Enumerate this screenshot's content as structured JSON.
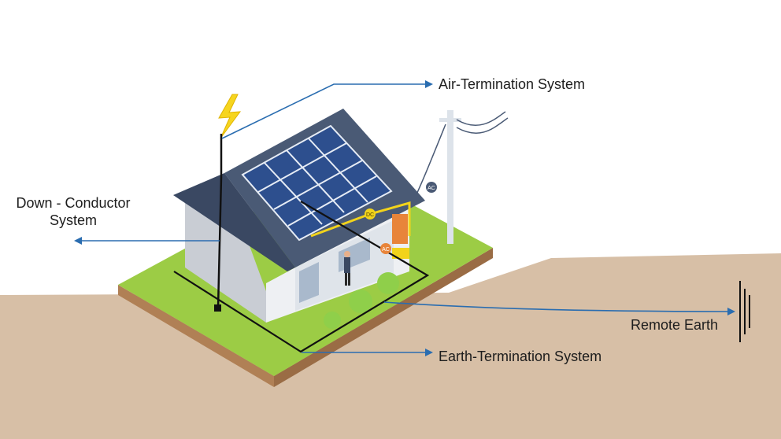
{
  "labels": {
    "air_termination": "Air-Termination System",
    "down_conductor_line1": "Down - Conductor",
    "down_conductor_line2": "System",
    "remote_earth": "Remote Earth",
    "earth_termination": "Earth-Termination System"
  },
  "badges": {
    "dc": "DC",
    "ac_inverter": "AC",
    "ac_pole": "AC"
  },
  "colors": {
    "arrow": "#2a6db0",
    "ground": "#d7bfa6",
    "grass": "#9ccc45",
    "soil_edge": "#b08055",
    "roof": "#4a5a75",
    "panel": "#2d4f8e",
    "wall": "#eef0f3",
    "lightning": "#f6d51f",
    "conductor": "#111111",
    "dc_wire": "#f2d31b"
  }
}
